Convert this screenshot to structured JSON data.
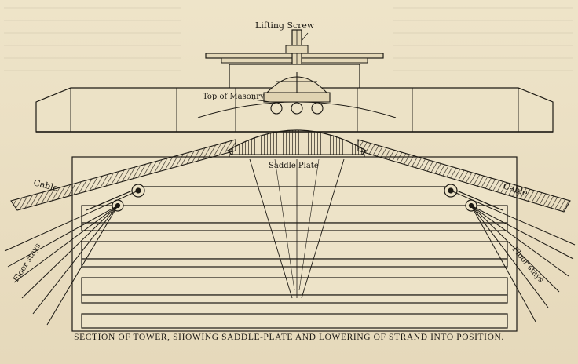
{
  "labels": {
    "lifting_screw": "Lifting Screw",
    "top_of_masonry": "Top of Masonry",
    "saddle_plate": "Saddle Plate",
    "cable_left": "Cable",
    "cable_right": "Cable",
    "floor_stays_left": "Floor stays",
    "floor_stays_right": "Floor stays"
  },
  "caption": "SECTION OF TOWER, SHOWING SADDLE-PLATE AND LOWERING OF STRAND INTO POSITION.",
  "palette": {
    "paper": "#eadfc3",
    "ink": "#1d1a14",
    "bleed": "#8a8270"
  }
}
